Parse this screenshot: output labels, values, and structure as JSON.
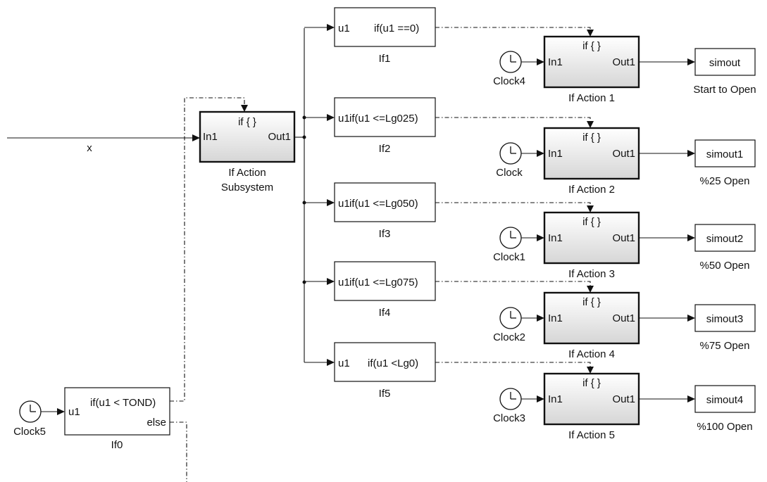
{
  "signals": {
    "input_label": "x"
  },
  "if_action_subsystem": {
    "title": "if { }",
    "in_port": "In1",
    "out_port": "Out1",
    "name_line1": "If Action",
    "name_line2": "Subsystem"
  },
  "if0": {
    "in_port": "u1",
    "condition": "if(u1 < TOND)",
    "else_label": "else",
    "name": "If0"
  },
  "clock5": {
    "name": "Clock5"
  },
  "if_blocks": [
    {
      "in_port": "u1",
      "condition": "if(u1 ==0)",
      "name": "If1"
    },
    {
      "in_port": "u1",
      "condition": "if(u1 <=Lg025)",
      "name": "If2"
    },
    {
      "in_port": "u1",
      "condition": "if(u1 <=Lg050)",
      "name": "If3"
    },
    {
      "in_port": "u1",
      "condition": "if(u1 <=Lg075)",
      "name": "If4"
    },
    {
      "in_port": "u1",
      "condition": "if(u1 <Lg0)",
      "name": "If5"
    }
  ],
  "action_rows": [
    {
      "clock": "Clock4",
      "title": "if { }",
      "in_port": "In1",
      "out_port": "Out1",
      "name": "If Action 1",
      "scope": "simout",
      "scope_label": "Start to Open"
    },
    {
      "clock": "Clock",
      "title": "if { }",
      "in_port": "In1",
      "out_port": "Out1",
      "name": "If Action 2",
      "scope": "simout1",
      "scope_label": "%25 Open"
    },
    {
      "clock": "Clock1",
      "title": "if { }",
      "in_port": "In1",
      "out_port": "Out1",
      "name": "If Action 3",
      "scope": "simout2",
      "scope_label": "%50 Open"
    },
    {
      "clock": "Clock2",
      "title": "if { }",
      "in_port": "In1",
      "out_port": "Out1",
      "name": "If Action 4",
      "scope": "simout3",
      "scope_label": "%75 Open"
    },
    {
      "clock": "Clock3",
      "title": "if { }",
      "in_port": "In1",
      "out_port": "Out1",
      "name": "If Action 5",
      "scope": "simout4",
      "scope_label": "%100 Open"
    }
  ]
}
